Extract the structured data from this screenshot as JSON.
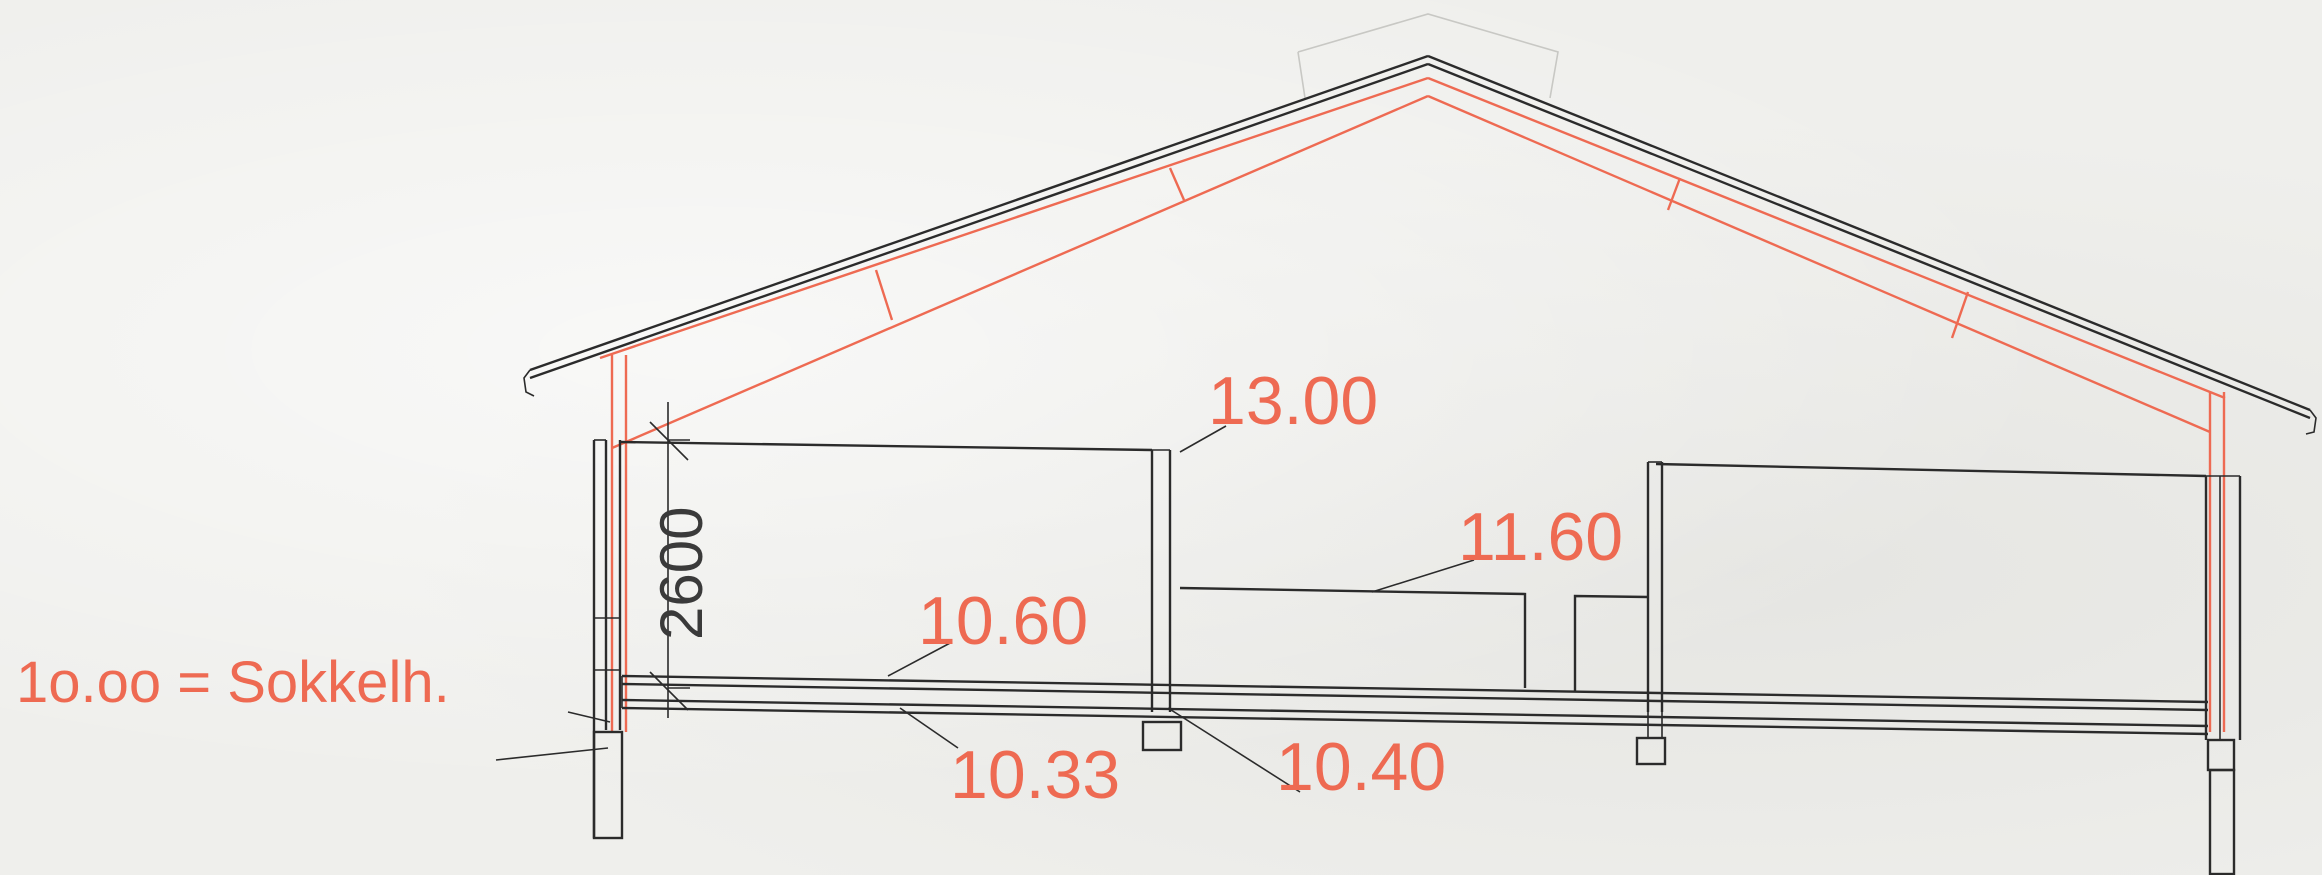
{
  "levels": {
    "ridge_level": "13.00",
    "mid_level": "11.60",
    "floor_level": "10.60",
    "ground_level": "10.33",
    "footing_level": "10.40",
    "sokkel_label": "1o.oo = Sokkelh."
  },
  "dimension": {
    "wall_height": "2600"
  },
  "colors": {
    "structure_red": "#ee6a52",
    "line_black": "#2b2b2b",
    "paper": "#efefec"
  }
}
